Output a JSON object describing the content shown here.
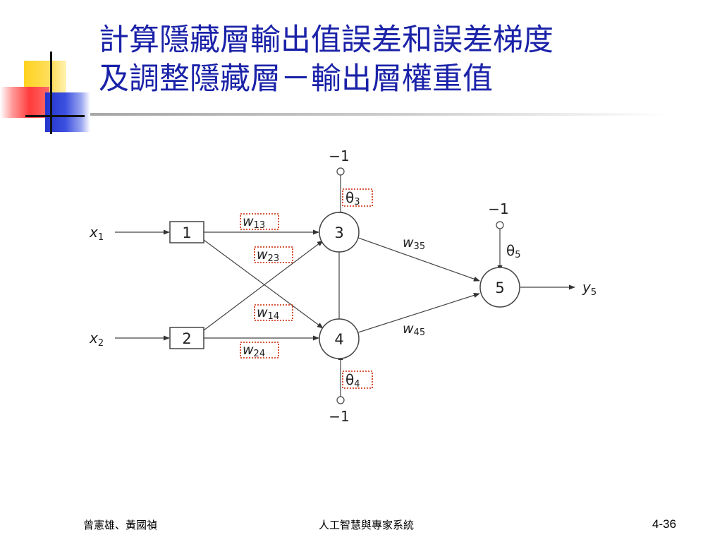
{
  "slide": {
    "title_line1": "計算隱藏層輸出值誤差和誤差梯度",
    "title_line2": "及調整隱藏層－輸出層權重值",
    "footer_author": "曾憲雄、黃國禎",
    "footer_course": "人工智慧與專家系統",
    "page_number": "4-36"
  },
  "diagram": {
    "inputs": [
      {
        "sym": "x",
        "sub": "1"
      },
      {
        "sym": "x",
        "sub": "2"
      }
    ],
    "input_nodes": [
      "1",
      "2"
    ],
    "hidden_nodes": [
      "3",
      "4"
    ],
    "output_node": "5",
    "output_label": {
      "sym": "y",
      "sub": "5"
    },
    "bias_label": "−1",
    "thresholds": [
      {
        "sym": "θ",
        "sub": "3"
      },
      {
        "sym": "θ",
        "sub": "4"
      },
      {
        "sym": "θ",
        "sub": "5"
      }
    ],
    "weights": [
      {
        "sym": "w",
        "sub": "13"
      },
      {
        "sym": "w",
        "sub": "23"
      },
      {
        "sym": "w",
        "sub": "14"
      },
      {
        "sym": "w",
        "sub": "24"
      },
      {
        "sym": "w",
        "sub": "35"
      },
      {
        "sym": "w",
        "sub": "45"
      }
    ],
    "highlight_color": "#cc2200"
  }
}
